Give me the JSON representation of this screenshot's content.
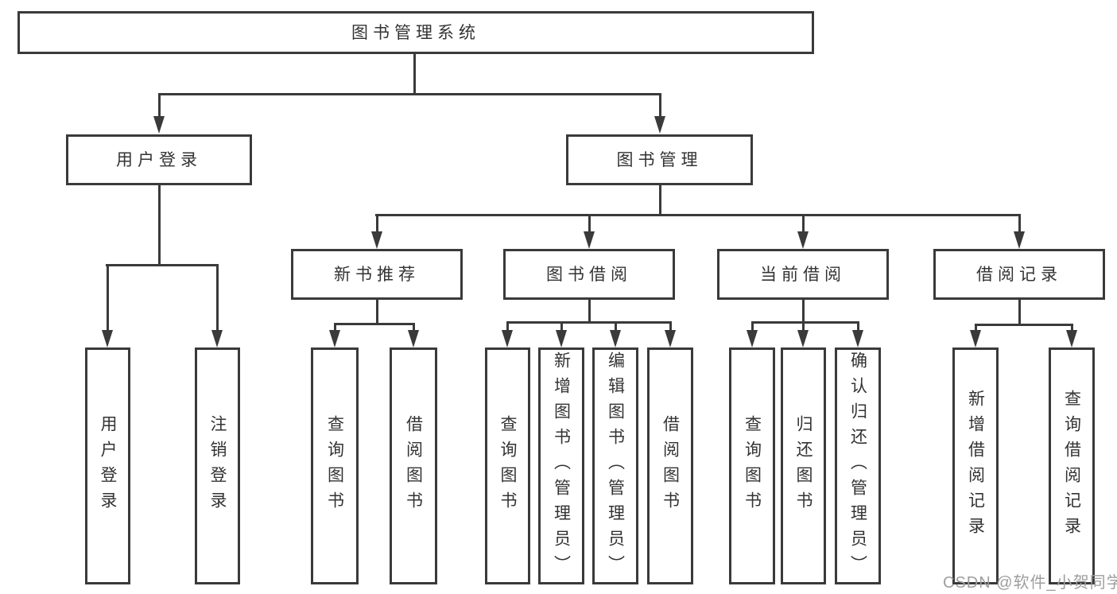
{
  "diagram": {
    "root": "图书管理系统",
    "level2": {
      "user_login": "用户登录",
      "book_mgmt": "图书管理"
    },
    "level3": {
      "new_book_rec": "新书推荐",
      "book_borrow": "图书借阅",
      "current_borrow": "当前借阅",
      "borrow_records": "借阅记录"
    },
    "leaves": {
      "login": "用户登录",
      "logout": "注销登录",
      "rec_query": "查询图书",
      "rec_borrow": "借阅图书",
      "bb_query": "查询图书",
      "bb_add": "新增图书（管理员）",
      "bb_edit": "编辑图书（管理员）",
      "bb_borrow": "借阅图书",
      "cb_query": "查询图书",
      "cb_return": "归还图书",
      "cb_confirm": "确认归还（管理员）",
      "br_add": "新增借阅记录",
      "br_query": "查询借阅记录"
    }
  },
  "watermark": {
    "text": "CSDN @软件_小贺同学"
  },
  "colors": {
    "line": "#3a3a3a",
    "text": "#333333",
    "background": "#ffffff",
    "watermark": "#9e9e9e"
  }
}
